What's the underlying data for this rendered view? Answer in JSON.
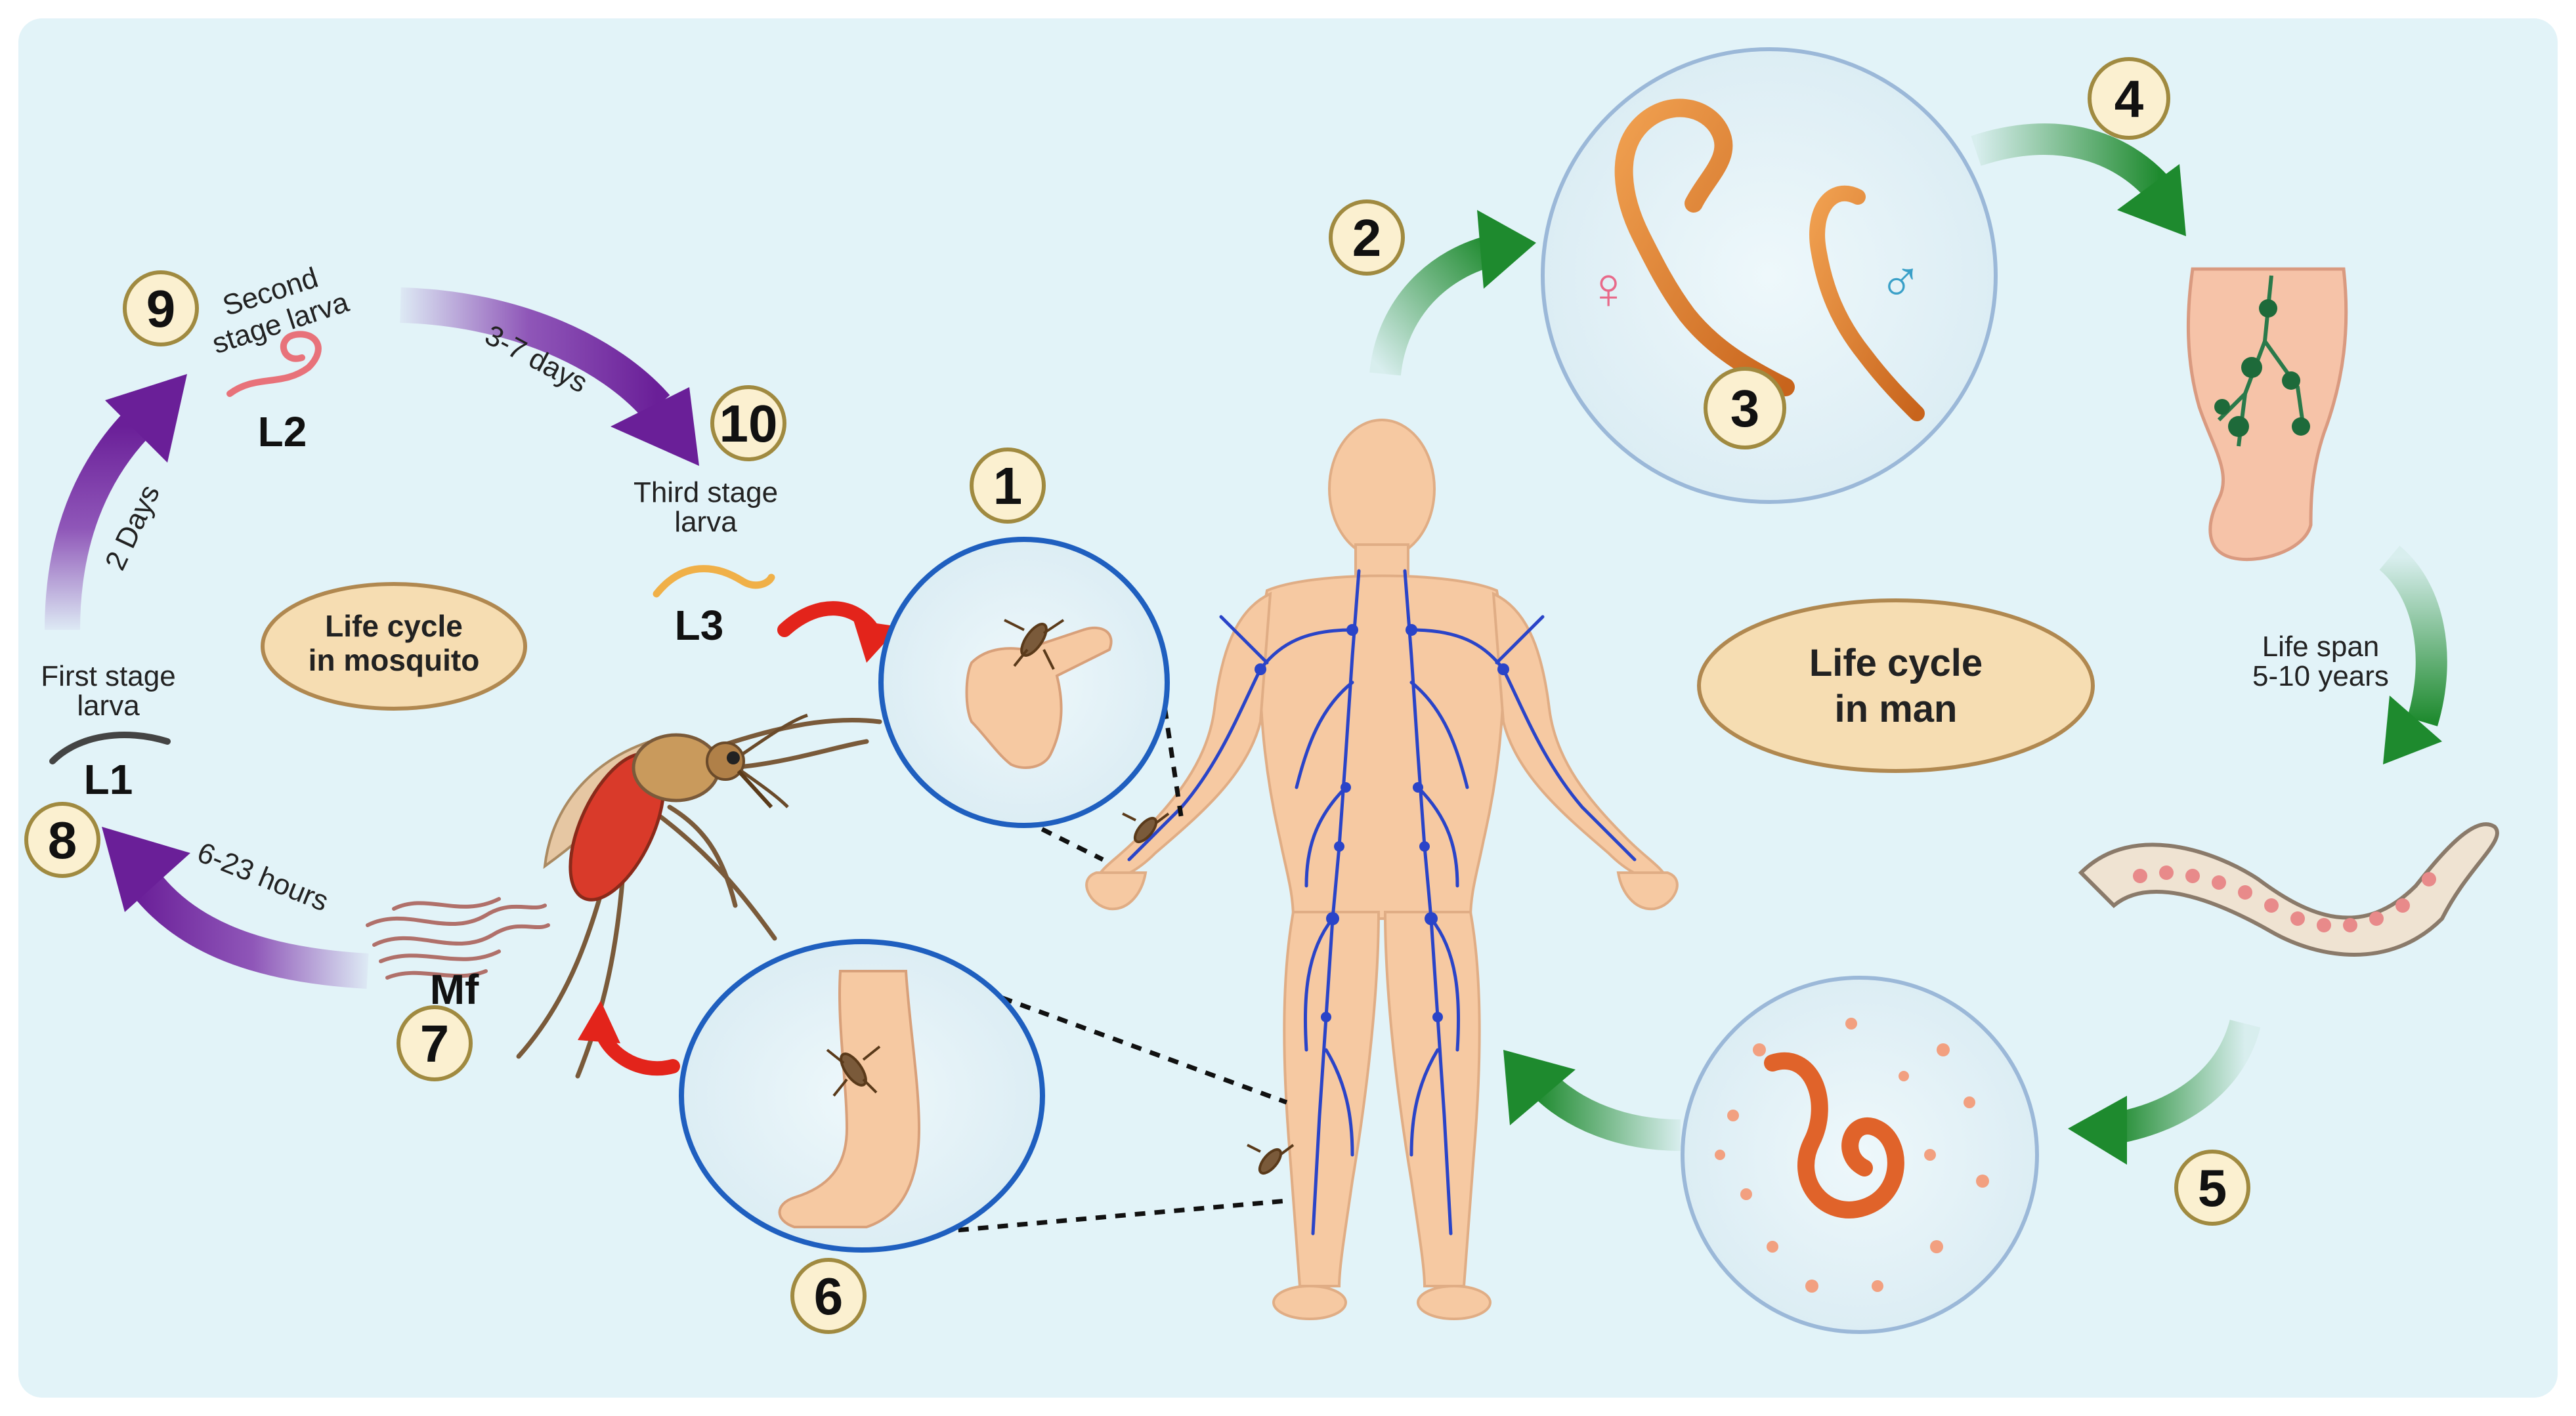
{
  "mosquito_cycle_label": [
    "Life cycle",
    "in mosquito"
  ],
  "man_cycle_label": [
    "Life cycle",
    "in man"
  ],
  "steps": {
    "s1": "1",
    "s2": "2",
    "s3": "3",
    "s4": "4",
    "s5": "5",
    "s6": "6",
    "s7": "7",
    "s8": "8",
    "s9": "9",
    "s10": "10"
  },
  "larvae": {
    "l1": {
      "code": "L1",
      "name": [
        "First stage",
        "larva"
      ]
    },
    "l2": {
      "code": "L2",
      "name": [
        "Second",
        "stage larva"
      ]
    },
    "l3": {
      "code": "L3",
      "name": [
        "Third stage",
        "larva"
      ]
    },
    "mf": {
      "code": "Mf"
    }
  },
  "durations": {
    "mf_to_l1": "6-23 hours",
    "l1_to_l2": "2 Days",
    "l2_to_l3": "3-7 days"
  },
  "lifespan": [
    "Life span",
    "5-10 years"
  ],
  "sex_symbols": {
    "female": "♀",
    "male": "♂"
  },
  "colors": {
    "background": "#e2f3f8",
    "purple_arrow": "#7a2fa8",
    "green_arrow": "#1e8a2e",
    "red_arrow": "#e3241b",
    "number_badge_fill": "#fbf0d0",
    "number_badge_stroke": "#a08a40",
    "oval_fill": "#f6ddb2",
    "oval_stroke": "#b08850",
    "blue_circle_stroke": "#1f5fbf",
    "worm_orange": "#e0802c",
    "skin": "#f6c9a2"
  }
}
